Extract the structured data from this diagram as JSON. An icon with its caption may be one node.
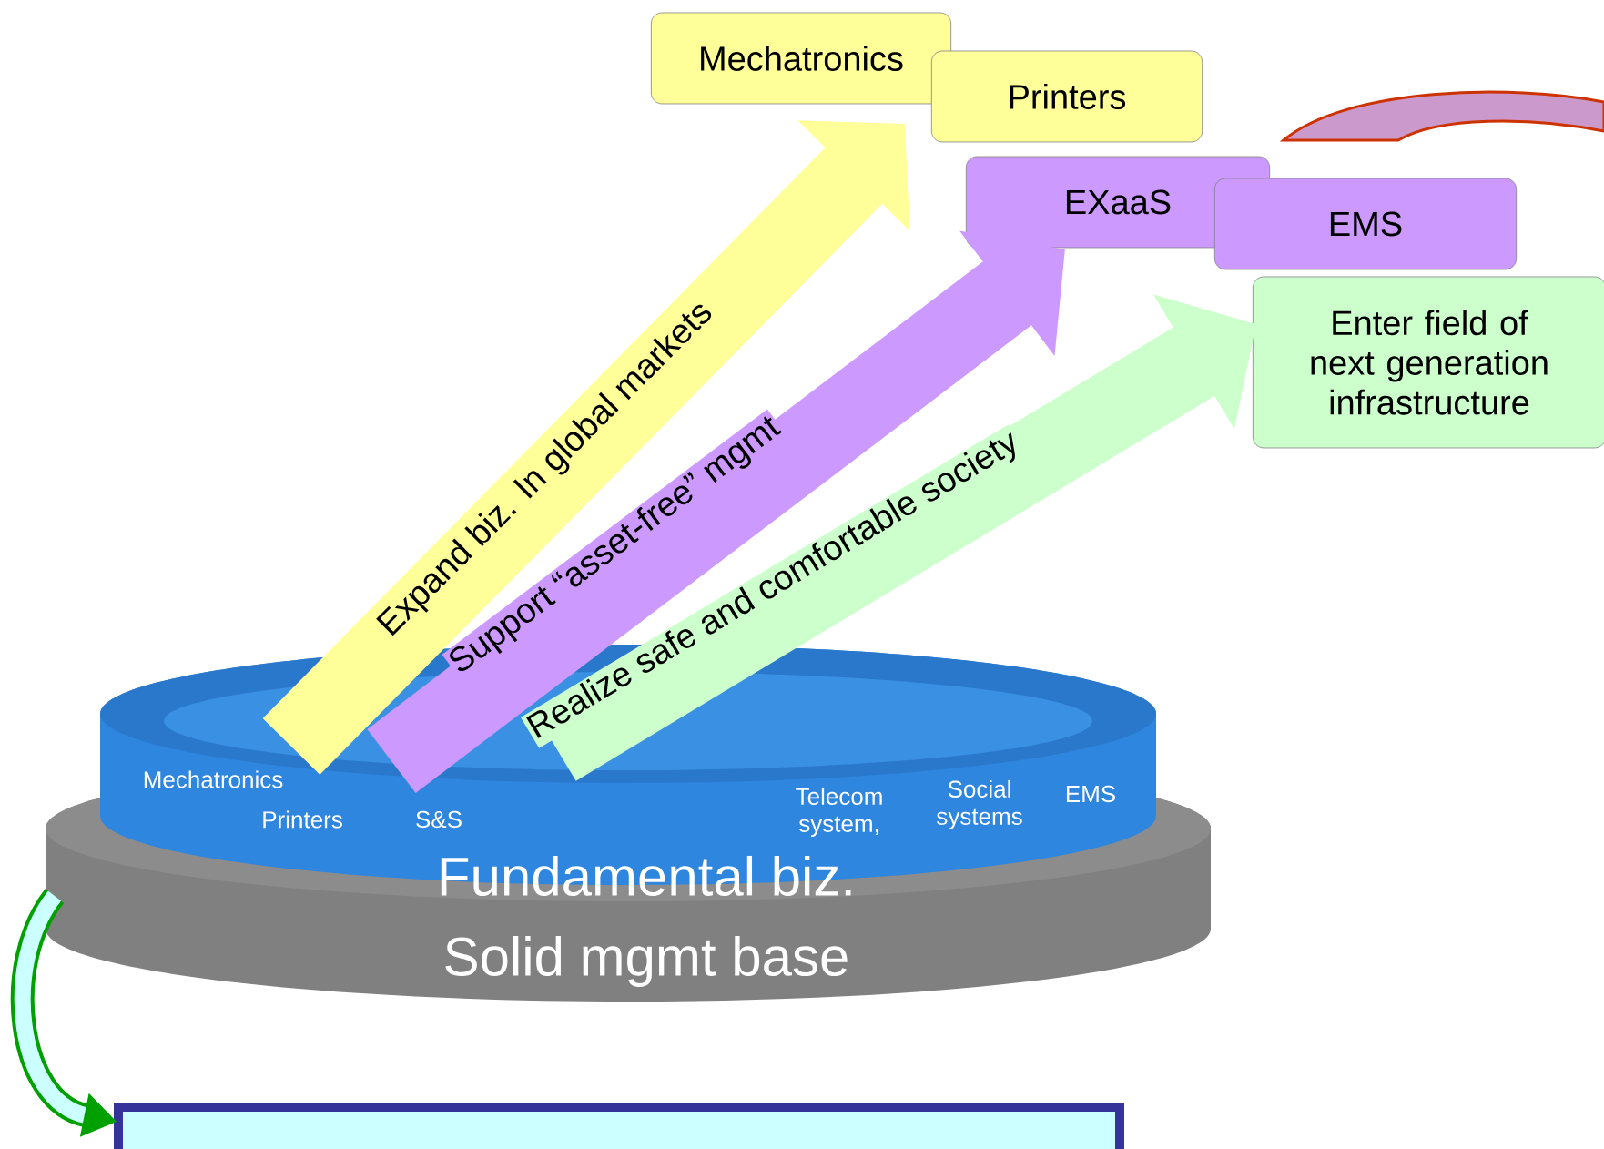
{
  "diagram": {
    "nodes": [
      {
        "text": [
          "Mechatronics",
          "Printers",
          "S&S",
          "Telecom system,",
          "Social systems",
          "EMS",
          "Fundamental biz."
        ]
      },
      {
        "text": [
          "Solid mgmt base"
        ]
      },
      {
        "text": [
          "Mechatronics"
        ]
      },
      {
        "text": [
          "Printers"
        ]
      },
      {
        "text": [
          "EXaaS"
        ]
      },
      {
        "text": [
          "EMS"
        ]
      },
      {
        "text": [
          "Enter field of next generation infrastructure"
        ]
      },
      {
        "text": [],
        "shape": "box"
      }
    ],
    "edges": [
      {
        "from": 0,
        "to": 2,
        "arrow": "to",
        "label": "Expand biz. In global markets",
        "color": "#ffff99"
      },
      {
        "from": 0,
        "to": 4,
        "arrow": "to",
        "label": "Support “asset-free” mgmt",
        "color": "#cc99ff"
      },
      {
        "from": 0,
        "to": 6,
        "arrow": "to",
        "label": "Realize safe and comfortable society",
        "color": "#ccffcc"
      },
      {
        "from": 1,
        "to": 7,
        "arrow": "to",
        "color": "#00a000"
      }
    ]
  }
}
